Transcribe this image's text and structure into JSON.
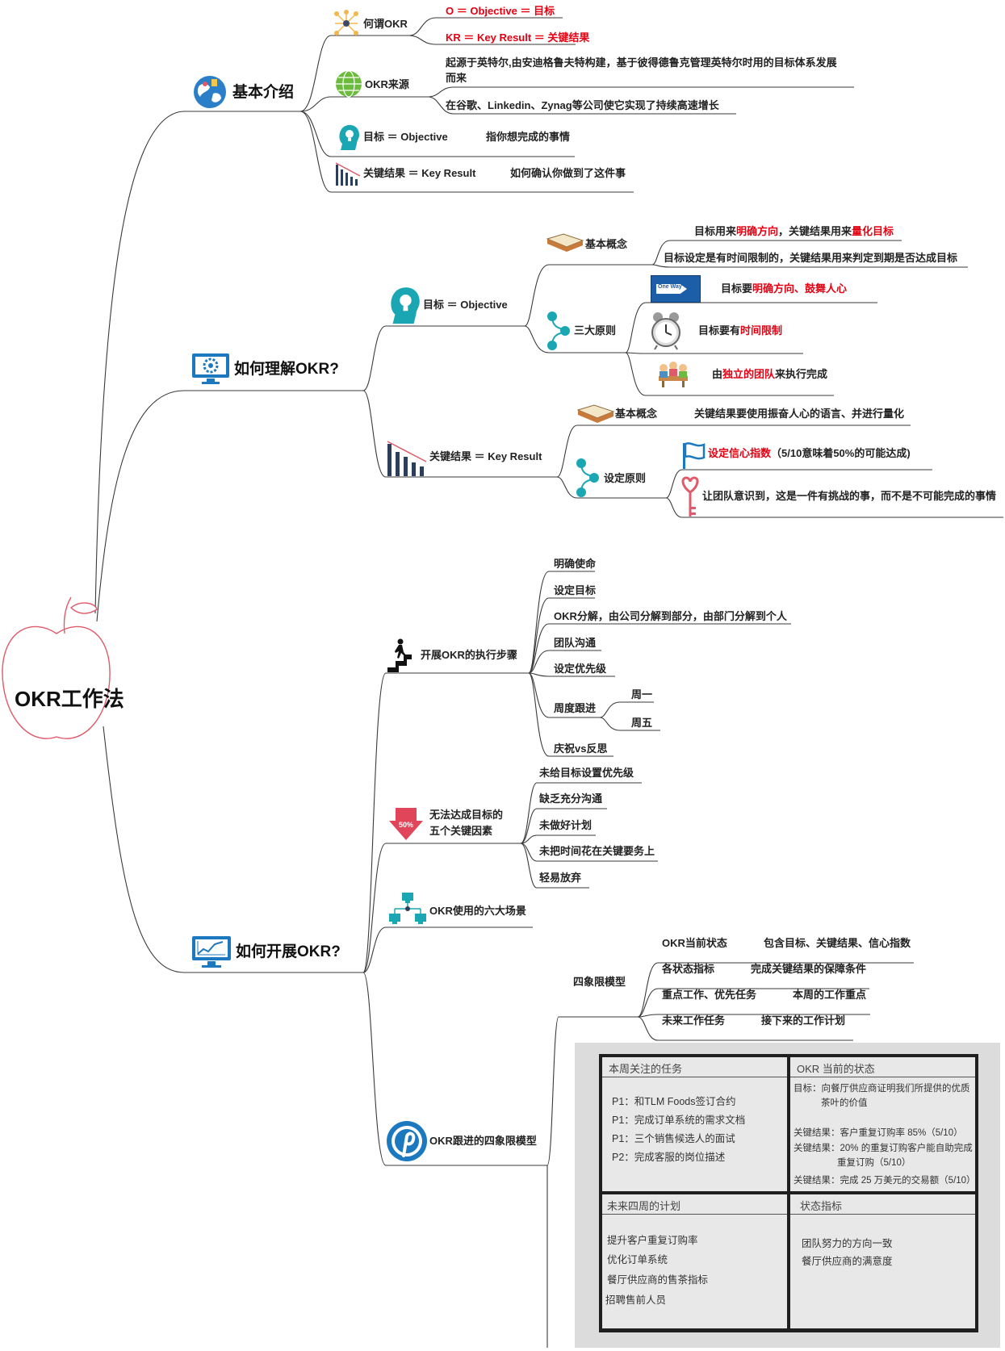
{
  "root": {
    "label": "OKR工作法"
  },
  "colors": {
    "line": "#3a3a3a",
    "red": "#e60012",
    "teal": "#1aa7b3",
    "blue": "#1c79c0",
    "apple": "#e05a6a"
  },
  "branches": {
    "basic": {
      "label": "基本介绍",
      "what_okr": {
        "label": "何谓OKR",
        "o_def": "O ＝ Objective ＝ 目标",
        "kr_def": "KR ＝ Key Result ＝ 关键结果"
      },
      "origin": {
        "label": "OKR来源",
        "line1": "起源于英特尔,由安迪格鲁夫特构建，基于彼得德鲁克管理英特尔时用的目标体系发展",
        "line2": "而来",
        "line3": "在谷歌、Linkedin、Zynag等公司使它实现了持续高速增长"
      },
      "objective": {
        "label": "目标 ＝ Objective",
        "desc": "指你想完成的事情"
      },
      "key_result": {
        "label": "关键结果 ＝ Key Result",
        "desc": "如何确认你做到了这件事"
      }
    },
    "understand": {
      "label": "如何理解OKR?",
      "objective": {
        "label": "目标 ＝ Objective",
        "concept": {
          "label": "基本概念",
          "item1_a": "目标用来",
          "item1_b": "明确方向",
          "item1_c": "，关键结果用来",
          "item1_d": "量化目标",
          "item2": "目标设定是有时间限制的，关键结果用来判定到期是否达成目标"
        },
        "principles": {
          "label": "三大原则",
          "one_way_sign": "One Way",
          "p1_a": "目标要",
          "p1_b": "明确方向、鼓舞人心",
          "p2_a": "目标要有",
          "p2_b": "时间限制",
          "p3_a": "由",
          "p3_b": "独立的团队",
          "p3_c": "来执行完成"
        }
      },
      "key_result": {
        "label": "关键结果 ＝ Key Result",
        "concept": {
          "label": "基本概念",
          "item1": "关键结果要使用振奋人心的语言、并进行量化"
        },
        "principles": {
          "label": "设定原则",
          "p1_a": "设定信心指数",
          "p1_b": "（5/10意味着50%的可能达成)",
          "p2": "让团队意识到，这是一件有挑战的事，而不是不可能完成的事情"
        }
      }
    },
    "execute": {
      "label": "如何开展OKR?",
      "steps": {
        "label": "开展OKR的执行步骤",
        "items": [
          "明确使命",
          "设定目标",
          "OKR分解，由公司分解到部分，由部门分解到个人",
          "团队沟通",
          "设定优先级",
          "周度跟进",
          "庆祝vs反思"
        ],
        "weekly": [
          "周一",
          "周五"
        ]
      },
      "factors": {
        "badge": "50%",
        "label_line1": "无法达成目标的",
        "label_line2": "五个关键因素",
        "items": [
          "未给目标设置优先级",
          "缺乏充分沟通",
          "未做好计划",
          "未把时间花在关键要务上",
          "轻易放弃"
        ]
      },
      "scenes": {
        "label": "OKR使用的六大场景"
      },
      "quadrant": {
        "label": "OKR跟进的四象限模型",
        "model": {
          "label": "四象限模型",
          "rows": [
            {
              "k": "OKR当前状态",
              "v": "包含目标、关键结果、信心指数"
            },
            {
              "k": "各状态指标",
              "v": "完成关键结果的保障条件"
            },
            {
              "k": "重点工作、优先任务",
              "v": "本周的工作重点"
            },
            {
              "k": "未来工作任务",
              "v": "接下来的工作计划"
            }
          ]
        },
        "photo": {
          "tasks_title": "本周关注的任务",
          "tasks": [
            "P1：和TLM Foods签订合约",
            "P1：完成订单系统的需求文档",
            "P1：三个销售候选人的面试",
            "P2：完成客服的岗位描述"
          ],
          "status_title": "OKR 当前的状态",
          "status": [
            "目标：向餐厅供应商证明我们所提供的优质",
            "茶叶的价值",
            "关键结果：客户重复订购率 85%（5/10）",
            "关键结果：20% 的重复订购客户能自助完成",
            "重复订购（5/10）",
            "关键结果：完成 25 万美元的交易额（5/10）"
          ],
          "plan_title": "未来四周的计划",
          "plan": [
            "提升客户重复订购率",
            "优化订单系统",
            "餐厅供应商的售茶指标",
            "招聘售前人员"
          ],
          "metrics_title": "状态指标",
          "metrics": [
            "团队努力的方向一致",
            "餐厅供应商的满意度"
          ]
        }
      }
    }
  }
}
